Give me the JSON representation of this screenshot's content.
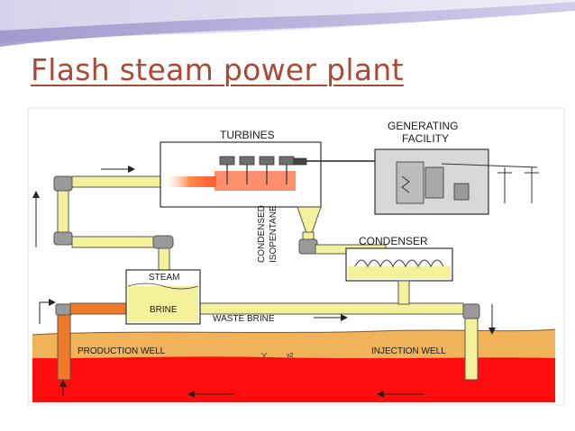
{
  "slide": {
    "title": "Flash steam power plant"
  },
  "diagram": {
    "labels": {
      "turbines": "TURBINES",
      "generating_line1": "GENERATING",
      "generating_line2": "FACILITY",
      "condensed": "CONDENSED",
      "isopentane": "ISOPENTANE",
      "condenser": "CONDENSER",
      "steam": "STEAM",
      "brine": "BRINE",
      "waste_brine": "WASTE BRINE",
      "production_well": "PRODUCTION WELL",
      "injection_well": "INJECTION WELL",
      "ground_mark_1": "'v'",
      "ground_mark_2": "v2"
    },
    "colors": {
      "steam_pipe": "#f3f29a",
      "hot_pipe": "#ef7a2a",
      "pipe_outline": "#555555",
      "hot_ground": "#ff0d0d",
      "ground_top": "#f0b35a",
      "title": "#a94a34"
    }
  }
}
